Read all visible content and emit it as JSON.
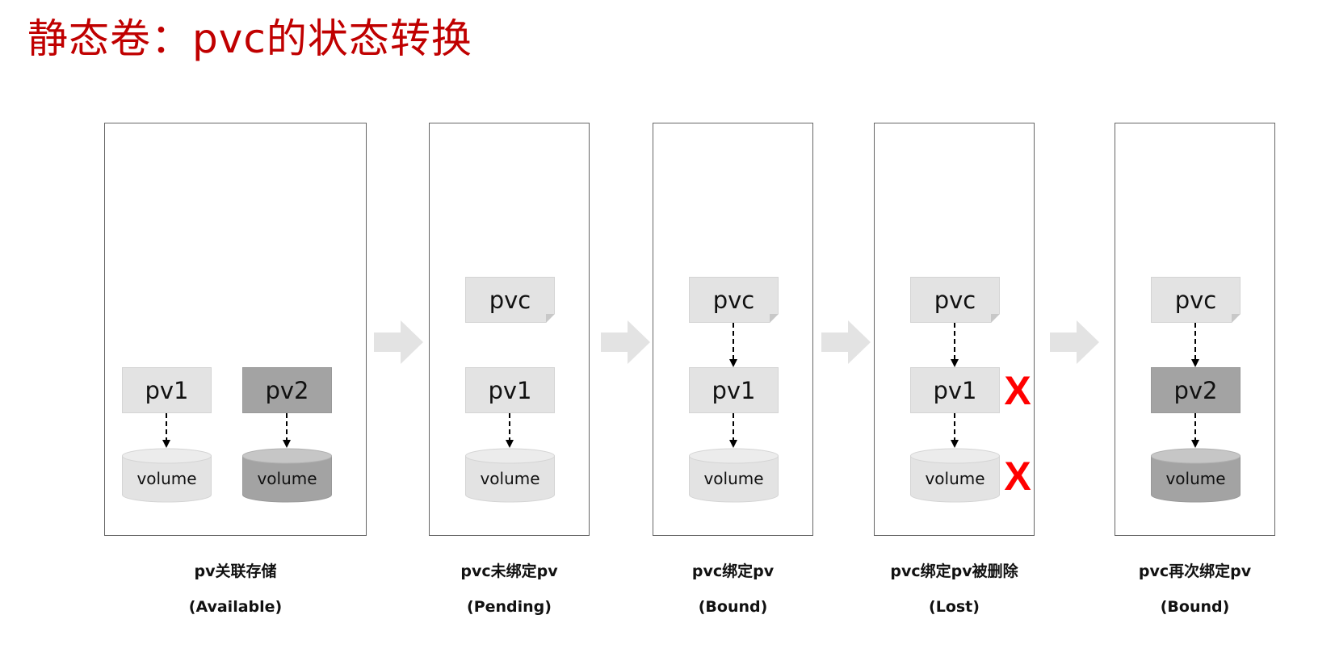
{
  "title": "静态卷：pvc的状态转换",
  "node_labels": {
    "pvc": "pvc",
    "pv1": "pv1",
    "pv2": "pv2",
    "volume": "volume"
  },
  "colors": {
    "title": "#c00000",
    "light": "#e3e3e3",
    "dark": "#a3a3a3",
    "deleted": "#ff0000"
  },
  "deleted_mark": "X",
  "stages": [
    {
      "caption": "pv关联存储",
      "status": "(Available)"
    },
    {
      "caption": "pvc未绑定pv",
      "status": "(Pending)"
    },
    {
      "caption": "pvc绑定pv",
      "status": "(Bound)"
    },
    {
      "caption": "pvc绑定pv被删除",
      "status": "(Lost)"
    },
    {
      "caption": "pvc再次绑定pv",
      "status": "(Bound)"
    }
  ]
}
